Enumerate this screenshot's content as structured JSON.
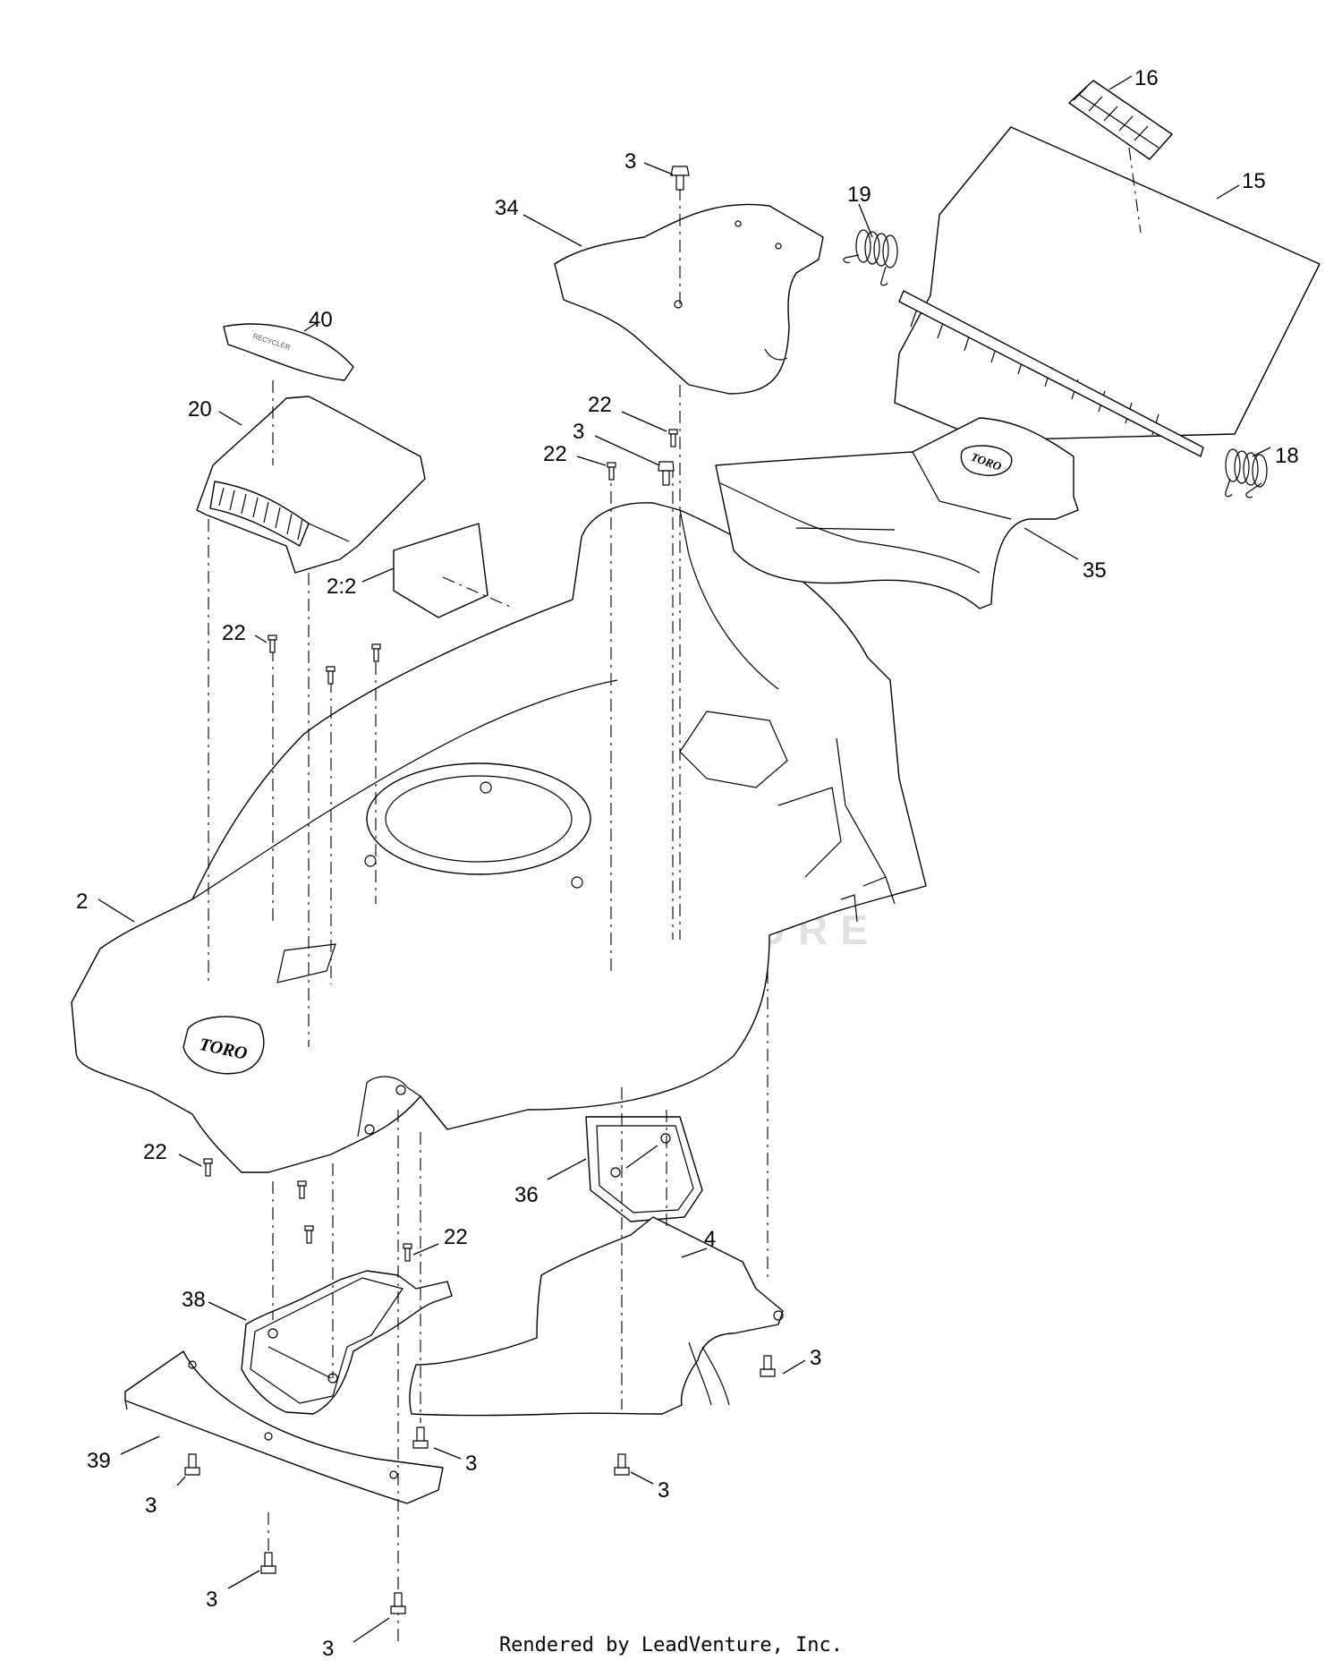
{
  "callouts": [
    {
      "id": "c16",
      "label": "16"
    },
    {
      "id": "c3a",
      "label": "3"
    },
    {
      "id": "c15",
      "label": "15"
    },
    {
      "id": "c19",
      "label": "19"
    },
    {
      "id": "c34",
      "label": "34"
    },
    {
      "id": "c40",
      "label": "40"
    },
    {
      "id": "c20",
      "label": "20"
    },
    {
      "id": "c22a",
      "label": "22"
    },
    {
      "id": "c3b",
      "label": "3"
    },
    {
      "id": "c22b",
      "label": "22"
    },
    {
      "id": "c18",
      "label": "18"
    },
    {
      "id": "c2-2",
      "label": "2:2"
    },
    {
      "id": "c35",
      "label": "35"
    },
    {
      "id": "c22c",
      "label": "22"
    },
    {
      "id": "c2",
      "label": "2"
    },
    {
      "id": "c22d",
      "label": "22"
    },
    {
      "id": "c36",
      "label": "36"
    },
    {
      "id": "c22e",
      "label": "22"
    },
    {
      "id": "c4",
      "label": "4"
    },
    {
      "id": "c38",
      "label": "38"
    },
    {
      "id": "c3c",
      "label": "3"
    },
    {
      "id": "c39",
      "label": "39"
    },
    {
      "id": "c3d",
      "label": "3"
    },
    {
      "id": "c3e",
      "label": "3"
    },
    {
      "id": "c3f",
      "label": "3"
    },
    {
      "id": "c3g",
      "label": "3"
    },
    {
      "id": "c3h",
      "label": "3"
    }
  ],
  "watermark": {
    "text": "LEADVENTURE"
  },
  "brand_marks": {
    "deck_logo": "TORO",
    "chute_logo": "TORO",
    "decal_40": "RECYCLER"
  },
  "footer": {
    "text": "Rendered by LeadVenture, Inc."
  }
}
